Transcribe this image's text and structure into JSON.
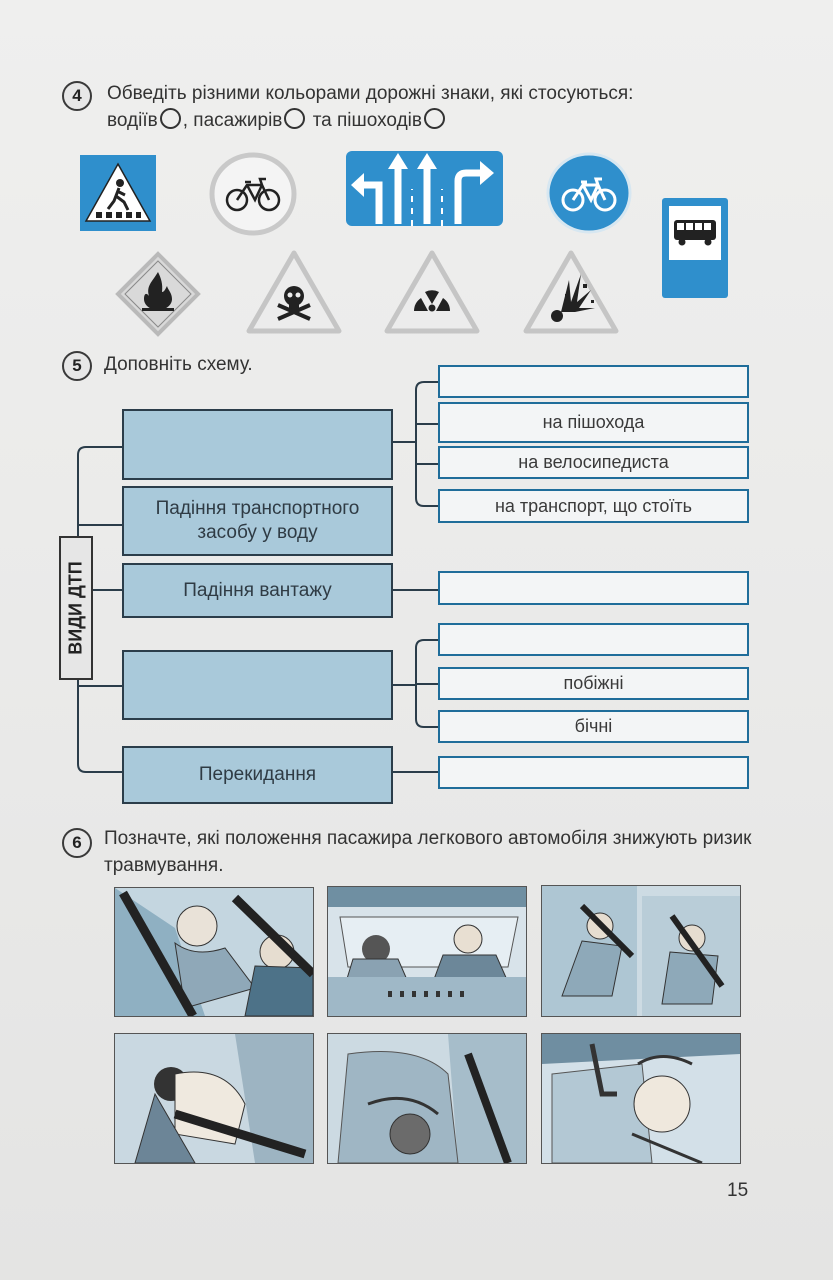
{
  "q4": {
    "number": "4",
    "line1": "Обведіть різними кольорами дорожні знаки, які стосуються:",
    "drivers": "водіїв",
    "passengers": ", пасажирів",
    "pedestrians": "та пішоходів",
    "signs": [
      "pedestrian-crossing-sign",
      "no-bicycles-sign",
      "lane-directions-sign",
      "bicycle-path-sign",
      "bus-stop-sign",
      "flammable-sign",
      "toxic-sign",
      "radioactive-sign",
      "explosive-sign"
    ]
  },
  "q5": {
    "number": "5",
    "title": "Доповніть схему.",
    "vertical_label": "ВИДИ ДТП",
    "left_boxes": [
      "",
      "Падіння транспортного засобу у воду",
      "Падіння вантажу",
      "",
      "Перекидання"
    ],
    "right_boxes": [
      "",
      "на пішохода",
      "на велосипедиста",
      "на транспорт, що стоїть",
      "",
      "",
      "побіжні",
      "бічні",
      ""
    ]
  },
  "q6": {
    "number": "6",
    "text": "Позначте, які положення пасажира легкового автомобіля знижують ризик травмування."
  },
  "page_number": "15",
  "colors": {
    "sign_blue": "#2f8fcc",
    "box_blue": "#a9c9da",
    "border_blue": "#1f6d9a"
  }
}
